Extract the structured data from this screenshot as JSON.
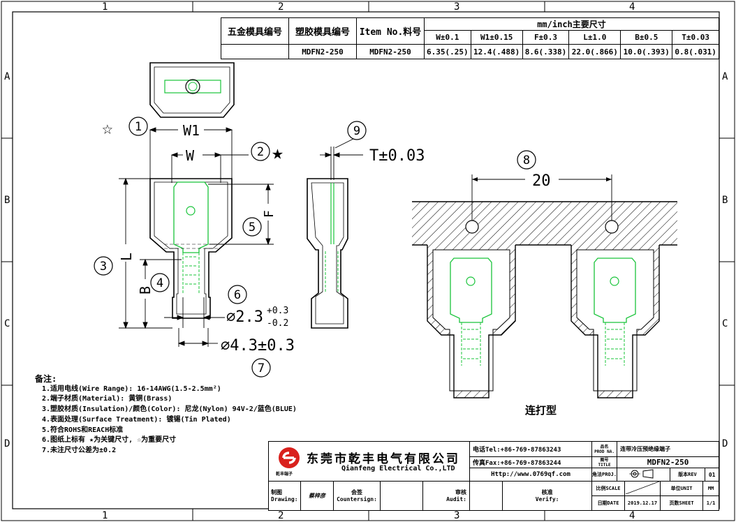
{
  "frame": {
    "column_labels": [
      "1",
      "2",
      "3",
      "4"
    ],
    "row_labels": [
      "A",
      "B",
      "C",
      "D"
    ]
  },
  "spec_table": {
    "headers": {
      "metal_mold": "五金模具编号",
      "plastic_mold": "塑胶模具编号",
      "item_no": "Item No.料号",
      "dims_title": "mm/inch主要尺寸",
      "dim_cols": [
        "W±0.1",
        "W1±0.15",
        "F±0.3",
        "L±1.0",
        "B±0.5",
        "T±0.03"
      ]
    },
    "row": {
      "metal_mold": "",
      "plastic_mold": "MDFN2-250",
      "item_no": "MDFN2-250",
      "dim_values": [
        "6.35(.25)",
        "12.4(.488)",
        "8.6(.338)",
        "22.0(.866)",
        "10.0(.393)",
        "0.8(.031)"
      ]
    }
  },
  "callouts": {
    "c1": "1",
    "c2": "2",
    "c3": "3",
    "c4": "4",
    "c5": "5",
    "c6": "6",
    "c7": "7",
    "c8": "8",
    "c9": "9"
  },
  "dimensions": {
    "w1": "W1",
    "w": "W",
    "t": "T±0.03",
    "f": "F",
    "l": "L",
    "b": "B",
    "inner_dia": "⌀2.3",
    "tol_plus": "+0.3",
    "tol_minus": "-0.2",
    "outer_dia": "⌀4.3±0.3",
    "pitch": "20"
  },
  "symbols": {
    "key_star": "★",
    "important_star": "☆"
  },
  "strip_caption": "连打型",
  "notes": {
    "title": "备注:",
    "lines": [
      "1.适用电线(Wire Range): 16-14AWG(1.5-2.5mm²)",
      "2.端子材质(Material): 黄铜(Brass)",
      "3.塑胶材质(Insulation)/颜色(Color): 尼龙(Nylon) 94V-2/蓝色(BLUE)",
      "4.表面处理(Surface Treatment): 镀锡(Tin Plated)",
      "5.符合ROHS和REACH标准",
      "6.图纸上标有 ★为关键尺寸, ☆为重要尺寸",
      "7.未注尺寸公差为±0.2"
    ]
  },
  "title_block": {
    "company_cn": "东莞市乾丰电气有限公司",
    "company_en": "Qianfeng Electrical Co.,LTD",
    "logo_sub": "乾丰端子",
    "tel": "电话Tel:+86-769-87863243",
    "fax": "传真Fax:+86-769-87863244",
    "http": "Http://www.0769qf.com",
    "drawing_label": "制图",
    "drawing_label_en": "Drawing:",
    "drawing_name": "蔡梓彦",
    "countersign_label": "会签",
    "countersign_label_en": "Countersign:",
    "audit_label": "审核",
    "audit_label_en": "Audit:",
    "verify_label": "核准",
    "verify_label_en": "Verify:",
    "prod_name_label": "品名",
    "prod_name_label_en": "PROD NA.",
    "prod_name": "连带冷压预绝缘端子",
    "title_label": "图号",
    "title_label_en": "TITLE",
    "title_value": "MDFN2-250",
    "proj_label": "角法PROJ.",
    "rev_label": "版本REV",
    "rev_value": "01",
    "scale_label": "比例SCALE",
    "unit_label": "单位UNIT",
    "unit_value": "MM",
    "date_label": "日期DATE",
    "date_value": "2019.12.17",
    "sheet_label": "页数SHEET",
    "sheet_value": "1/1"
  },
  "colors": {
    "terminal": "#19c43a",
    "line": "#000000"
  }
}
